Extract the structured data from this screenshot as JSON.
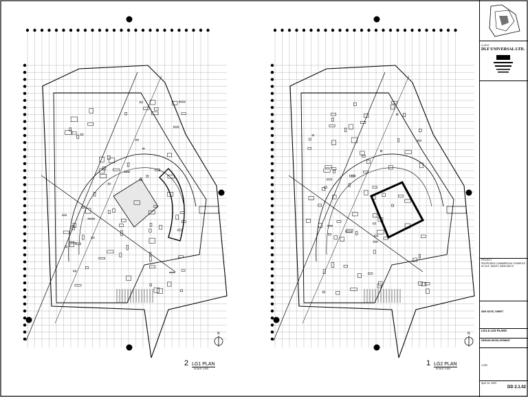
{
  "title_block": {
    "firm_name": "DLF UNIVERSAL LTD.",
    "project_lines": [
      "PROPOSED COMMERCIAL COMPLEX",
      "AT DLF, SAKET, NEW DELHI"
    ],
    "stamp_text": "SEE NOTE, SHEET",
    "sheet_title": "LG1 & LG2 PLANS",
    "phase": "DESIGN DEVELOPMENT",
    "scale": "1:300",
    "drawing_number": "DD 2.1.02",
    "date": "April 14, 2009"
  },
  "plans": [
    {
      "number": "2",
      "label": "LG1 PLAN",
      "scale": "SCALE 1:300"
    },
    {
      "number": "1",
      "label": "LG2 PLAN",
      "scale": "SCALE 1:300"
    }
  ],
  "north_marker": "N"
}
